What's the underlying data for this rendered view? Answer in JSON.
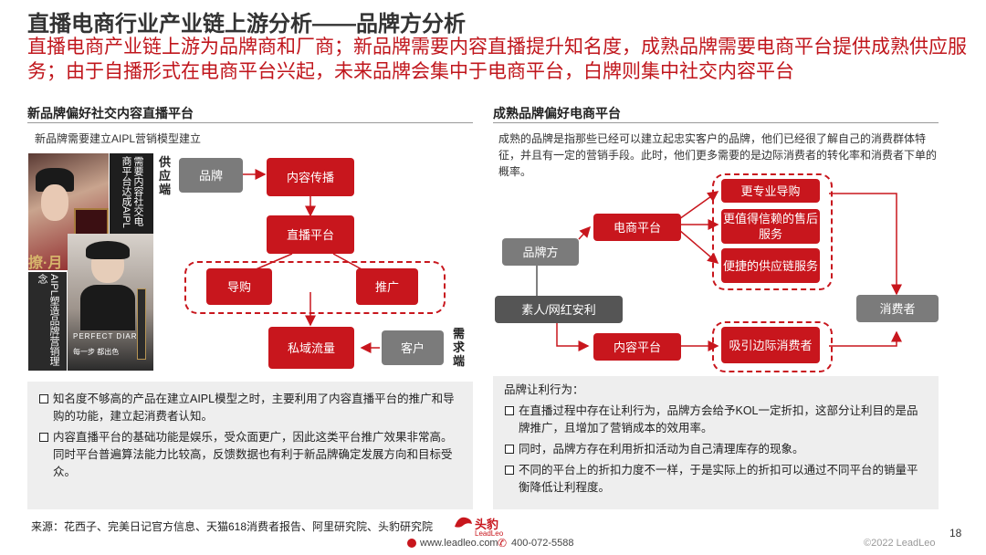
{
  "header": {
    "title": "直播电商行业产业链上游分析——品牌方分析",
    "subtitle": "直播电商产业链上游为品牌商和厂商；新品牌需要内容直播提升知名度，成熟品牌需要电商平台提供成熟供应服务；由于自播形式在电商平台兴起，未来品牌会集中于电商平台，白牌则集中社交内容平台"
  },
  "left": {
    "heading": "新品牌偏好社交内容直播平台",
    "caption": "新品牌需要建立AIPL营销模型建立",
    "photo_top_label": "需要内容社交电商平台达成AIPL",
    "photo_bottom_label": "AIPL塑造品牌营销理念",
    "photo_bottom_overlay": "PERFECT DIARY",
    "photo_logo_text": "撩·月",
    "photo_slogan": "每一步 都出色",
    "supply_label": "供应端",
    "demand_label": "需求端",
    "boxes": {
      "brand": "品牌",
      "content": "内容传播",
      "live": "直播平台",
      "guide": "导购",
      "promo": "推广",
      "private": "私域流量",
      "customer": "客户"
    },
    "notes": [
      "知名度不够高的产品在建立AIPL模型之时，主要利用了内容直播平台的推广和导购的功能，建立起消费者认知。",
      "内容直播平台的基础功能是娱乐，受众面更广，因此这类平台推广效果非常高。同时平台普遍算法能力比较高，反馈数据也有利于新品牌确定发展方向和目标受众。"
    ]
  },
  "right": {
    "heading": "成熟品牌偏好电商平台",
    "desc": "成熟的品牌是指那些已经可以建立起忠实客户的品牌，他们已经很了解自己的消费群体特征，并且有一定的营销手段。此时，他们更多需要的是边际消费者的转化率和消费者下单的概率。",
    "boxes": {
      "brand": "品牌方",
      "kol": "素人/网红安利",
      "ecom": "电商平台",
      "content": "内容平台",
      "guide": "更专业导购",
      "service": "更值得信赖的售后服务",
      "supply": "便捷的供应链服务",
      "attract": "吸引边际消费者",
      "consumer": "消费者"
    },
    "notes_title": "品牌让利行为：",
    "notes": [
      "在直播过程中存在让利行为，品牌方会给予KOL一定折扣，这部分让利目的是品牌推广，且增加了营销成本的效用率。",
      "同时，品牌方存在利用折扣活动为自己清理库存的现象。",
      "不同的平台上的折扣力度不一样，于是实际上的折扣可以通过不同平台的销量平衡降低让利程度。"
    ]
  },
  "footer": {
    "source": "来源：花西子、完美日记官方信息、天猫618消费者报告、阿里研究院、头豹研究院",
    "logo_cn": "头豹",
    "logo_en": "LeadLeo",
    "website": "www.leadleo.com",
    "phone": "400-072-5588",
    "copyright": "©2022 LeadLeo",
    "page": "18"
  },
  "colors": {
    "accent": "#c8161d",
    "gray_box": "#7b7b7b",
    "dark_box": "#555555",
    "note_bg": "#eeeeee"
  }
}
